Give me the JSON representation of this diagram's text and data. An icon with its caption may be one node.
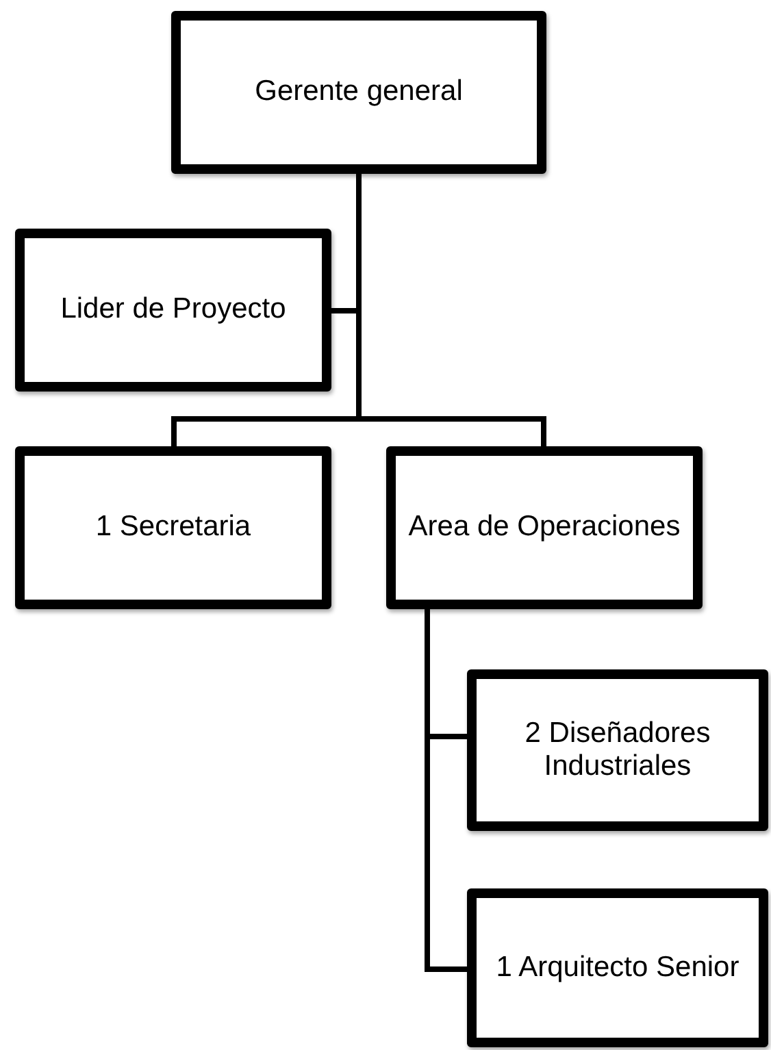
{
  "diagram": {
    "nodes": [
      {
        "text": [
          "Gerente general"
        ]
      },
      {
        "text": [
          "Lider de Proyecto"
        ]
      },
      {
        "text": [
          "1 Secretaria"
        ]
      },
      {
        "text": [
          "Area de Operaciones"
        ]
      },
      {
        "text": [
          "2 Diseñadores Industriales"
        ]
      },
      {
        "text": [
          "1 Arquitecto Senior"
        ]
      }
    ],
    "edges": [
      {
        "from": 0,
        "to": 1,
        "arrow": "none"
      },
      {
        "from": 0,
        "to": 2,
        "arrow": "none"
      },
      {
        "from": 0,
        "to": 3,
        "arrow": "none"
      },
      {
        "from": 3,
        "to": 4,
        "arrow": "none"
      },
      {
        "from": 3,
        "to": 5,
        "arrow": "none"
      }
    ]
  }
}
